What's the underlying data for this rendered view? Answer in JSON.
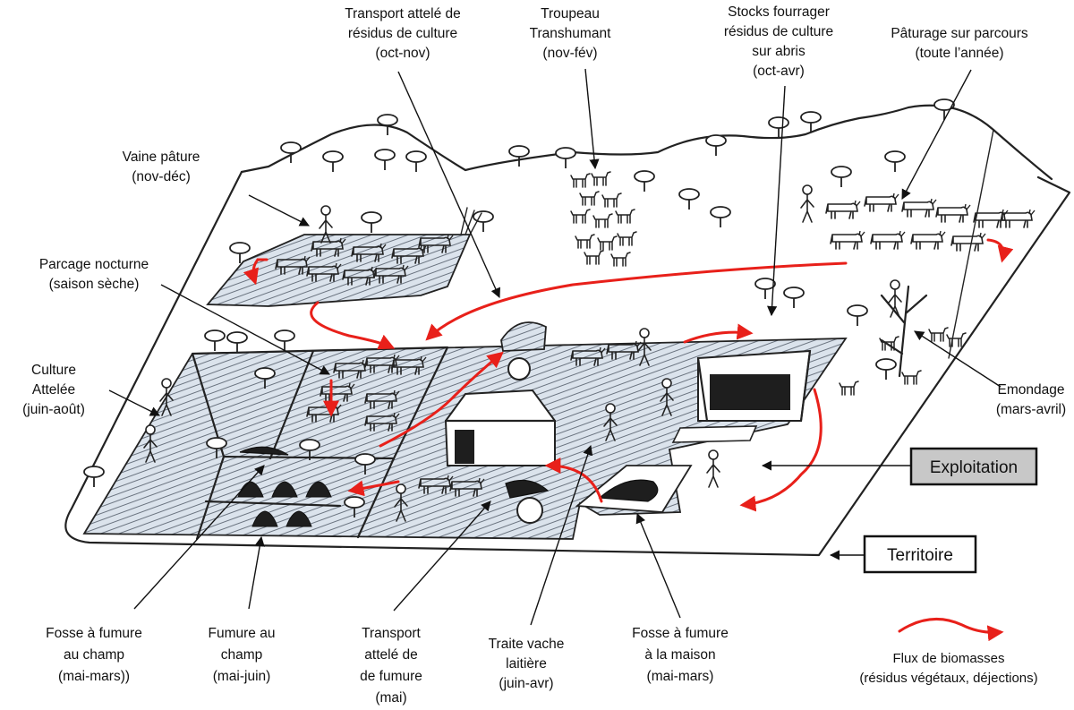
{
  "labels": {
    "transport_residus": [
      "Transport attelé de",
      "résidus de culture",
      "(oct-nov)"
    ],
    "troupeau": [
      "Troupeau",
      "Transhumant",
      "(nov-fév)"
    ],
    "stocks": [
      "Stocks fourrager",
      "résidus de culture",
      "sur abris",
      "(oct-avr)"
    ],
    "paturage": [
      "Pâturage sur parcours",
      "(toute l’année)"
    ],
    "vaine": [
      "Vaine pâture",
      "(nov-déc)"
    ],
    "parcage": [
      "Parcage nocturne",
      "(saison sèche)"
    ],
    "culture": [
      "Culture",
      "Attelée",
      "(juin-août)"
    ],
    "emondage": [
      "Emondage",
      "(mars-avril)"
    ],
    "fosse_champ": [
      "Fosse à fumure",
      "au champ",
      "(mai-mars))"
    ],
    "fumure_champ": [
      "Fumure au",
      "champ",
      "(mai-juin)"
    ],
    "transport_fumure": [
      "Transport",
      "attelé de",
      "de fumure",
      "(mai)"
    ],
    "traite": [
      "Traite vache",
      "laitière",
      "(juin-avr)"
    ],
    "fosse_maison": [
      "Fosse à fumure",
      "à la maison",
      "(mai-mars)"
    ]
  },
  "boxes": {
    "exploitation": "Exploitation",
    "territoire": "Territoire"
  },
  "legend": [
    "Flux de biomasses",
    "(résidus végétaux, déjections)"
  ],
  "colors": {
    "flow": "#e8201a",
    "exploitation_box": "#c8c8c8",
    "field_fill": "#d9e2ec"
  }
}
